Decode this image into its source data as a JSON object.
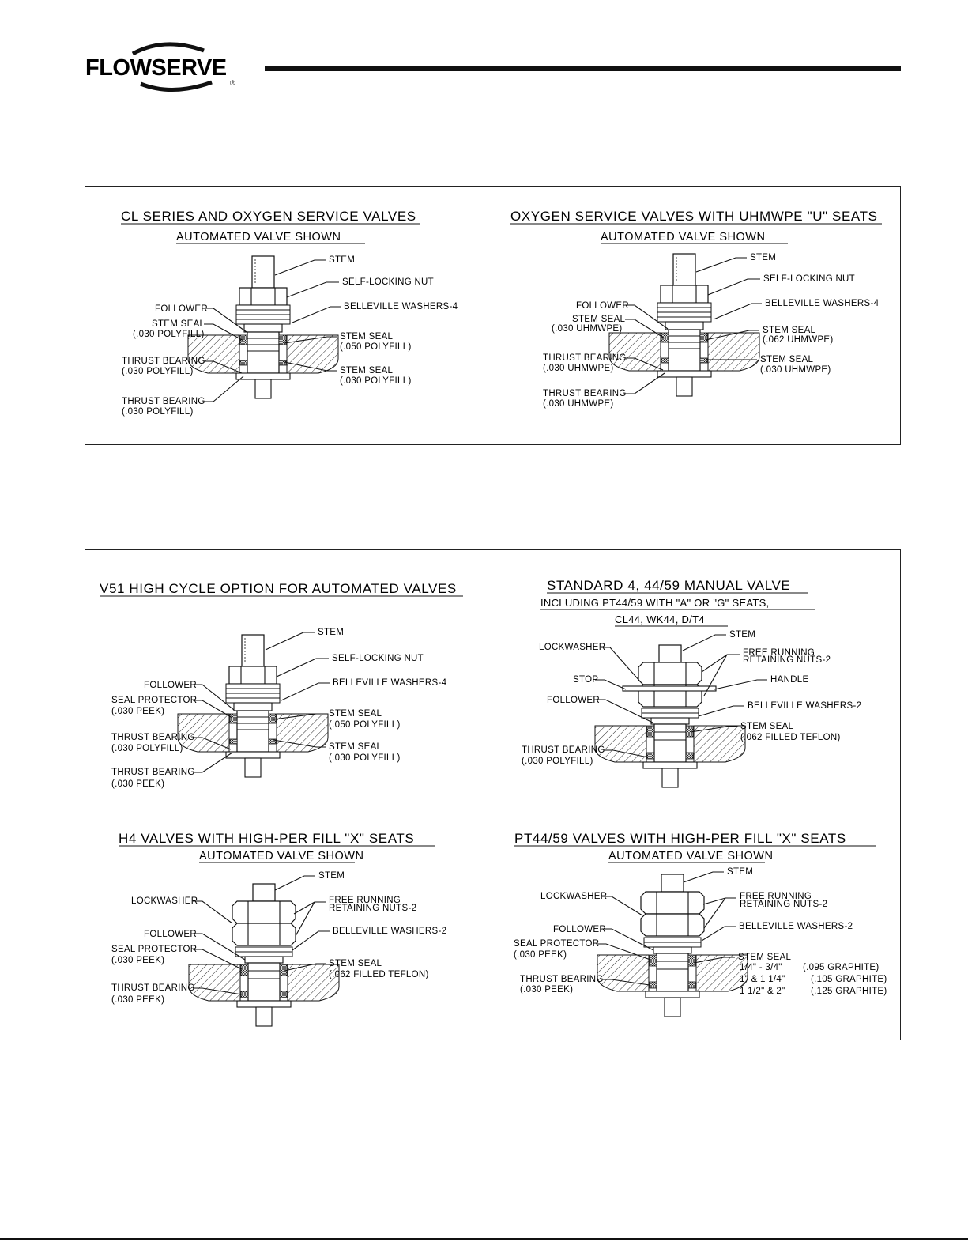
{
  "brand": {
    "name": "FLOWSERVE",
    "mark": "®"
  },
  "panel1": {
    "left": {
      "title": "CL SERIES AND OXYGEN SERVICE VALVES",
      "subtitle": "AUTOMATED VALVE SHOWN",
      "labels": {
        "stem": "STEM",
        "nut": "SELF-LOCKING NUT",
        "belleville": "BELLEVILLE WASHERS-4",
        "follower": "FOLLOWER",
        "seal1a": "STEM SEAL",
        "seal1b": "(.030 POLYFILL)",
        "seal2a": "STEM SEAL",
        "seal2b": "(.050 POLYFILL)",
        "thrust1a": "THRUST BEARING",
        "thrust1b": "(.030 POLYFILL)",
        "seal3a": "STEM SEAL",
        "seal3b": "(.030 POLYFILL)",
        "thrust2a": "THRUST BEARING",
        "thrust2b": "(.030 POLYFILL)"
      }
    },
    "right": {
      "title": "OXYGEN SERVICE VALVES WITH UHMWPE \"U\" SEATS",
      "subtitle": "AUTOMATED VALVE SHOWN",
      "labels": {
        "stem": "STEM",
        "nut": "SELF-LOCKING NUT",
        "belleville": "BELLEVILLE WASHERS-4",
        "follower": "FOLLOWER",
        "seal1a": "STEM SEAL",
        "seal1b": "(.030 UHMWPE)",
        "seal2a": "STEM SEAL",
        "seal2b": "(.062 UHMWPE)",
        "thrust1a": "THRUST BEARING",
        "thrust1b": "(.030 UHMWPE)",
        "seal3a": "STEM SEAL",
        "seal3b": "(.030 UHMWPE)",
        "thrust2a": "THRUST BEARING",
        "thrust2b": "(.030 UHMWPE)"
      }
    }
  },
  "panel2": {
    "v51": {
      "title": "V51 HIGH CYCLE OPTION FOR AUTOMATED VALVES",
      "labels": {
        "stem": "STEM",
        "nut": "SELF-LOCKING NUT",
        "follower": "FOLLOWER",
        "belleville": "BELLEVILLE WASHERS-4",
        "protA": "SEAL PROTECTOR",
        "protB": "(.030 PEEK)",
        "seal1a": "STEM SEAL",
        "seal1b": "(.050 POLYFILL)",
        "thrust1a": "THRUST BEARING",
        "thrust1b": "(.030 POLYFILL)",
        "seal2a": "STEM SEAL",
        "seal2b": "(.030 POLYFILL)",
        "thrust2a": "THRUST BEARING",
        "thrust2b": "(.030 PEEK)"
      }
    },
    "standard": {
      "title": "STANDARD 4, 44/59 MANUAL VALVE",
      "subtitle1": "INCLUDING PT44/59 WITH \"A\" OR \"G\" SEATS,",
      "subtitle2": "CL44, WK44, D/T4",
      "labels": {
        "stem": "STEM",
        "lockwasher": "LOCKWASHER",
        "nutsA": "FREE RUNNING",
        "nutsB": "RETAINING NUTS-2",
        "stop": "STOP",
        "handle": "HANDLE",
        "follower": "FOLLOWER",
        "belleville": "BELLEVILLE WASHERS-2",
        "sealA": "STEM SEAL",
        "sealB": "(.062 FILLED TEFLON)",
        "thrustA": "THRUST BEARING",
        "thrustB": "(.030 POLYFILL)"
      }
    },
    "h4": {
      "title": "H4 VALVES WITH HIGH-PER FILL \"X\" SEATS",
      "subtitle": "AUTOMATED VALVE SHOWN",
      "labels": {
        "stem": "STEM",
        "lockwasher": "LOCKWASHER",
        "nutsA": "FREE RUNNING",
        "nutsB": "RETAINING NUTS-2",
        "follower": "FOLLOWER",
        "belleville": "BELLEVILLE WASHERS-2",
        "protA": "SEAL PROTECTOR",
        "protB": "(.030 PEEK)",
        "sealA": "STEM SEAL",
        "sealB": "(.062 FILLED TEFLON)",
        "thrustA": "THRUST BEARING",
        "thrustB": "(.030 PEEK)"
      }
    },
    "pt44": {
      "title": "PT44/59 VALVES WITH HIGH-PER FILL \"X\" SEATS",
      "subtitle": "AUTOMATED VALVE SHOWN",
      "labels": {
        "stem": "STEM",
        "lockwasher": "LOCKWASHER",
        "nutsA": "FREE RUNNING",
        "nutsB": "RETAINING NUTS-2",
        "follower": "FOLLOWER",
        "belleville": "BELLEVILLE WASHERS-2",
        "protA": "SEAL PROTECTOR",
        "protB": "(.030 PEEK)",
        "sealA": "STEM SEAL",
        "size1": "1/4\" - 3/4\"",
        "size1val": "(.095 GRAPHITE)",
        "size2": "1\" & 1 1/4\"",
        "size2val": "(.105 GRAPHITE)",
        "size3": "1 1/2\" & 2\"",
        "size3val": "(.125 GRAPHITE)",
        "thrustA": "THRUST BEARING",
        "thrustB": "(.030 PEEK)"
      }
    }
  }
}
